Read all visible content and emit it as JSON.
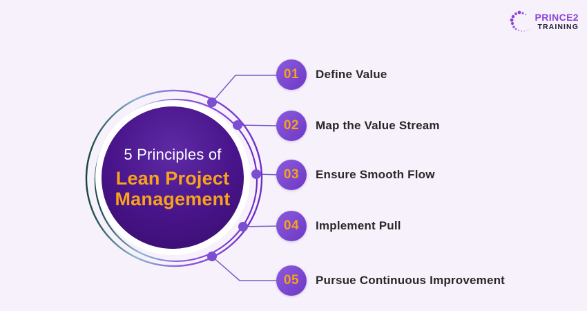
{
  "page": {
    "background_color": "#F7F1FB"
  },
  "logo": {
    "brand": "PRINCE2",
    "sub": "TRAINING",
    "brand_color": "#8B44D8",
    "sub_color": "#241A35",
    "dots_icon_color": "#8B44D8"
  },
  "center_circle": {
    "line1": "5 Principles of",
    "line2": "Lean Project",
    "line3": "Management",
    "line1_color": "#FFFFFF",
    "accent_color": "#F9A21C",
    "fill_top_color": "#5E2BA6",
    "fill_bottom_color": "#380E6F",
    "ring_gradient": [
      "#16413F",
      "#86B2CE",
      "#8A55DC",
      "#6B2CC8"
    ]
  },
  "items": [
    {
      "number": "01",
      "label": "Define Value"
    },
    {
      "number": "02",
      "label": "Map the Value Stream"
    },
    {
      "number": "03",
      "label": "Ensure Smooth Flow"
    },
    {
      "number": "04",
      "label": "Implement Pull"
    },
    {
      "number": "05",
      "label": "Pursue Continuous Improvement"
    }
  ],
  "colors": {
    "badge_fill": "#7B49CE",
    "badge_number": "#F7A11D",
    "item_label": "#282828",
    "connector_line": "#7A5BC8",
    "connector_dot": "#7B4FD2"
  }
}
